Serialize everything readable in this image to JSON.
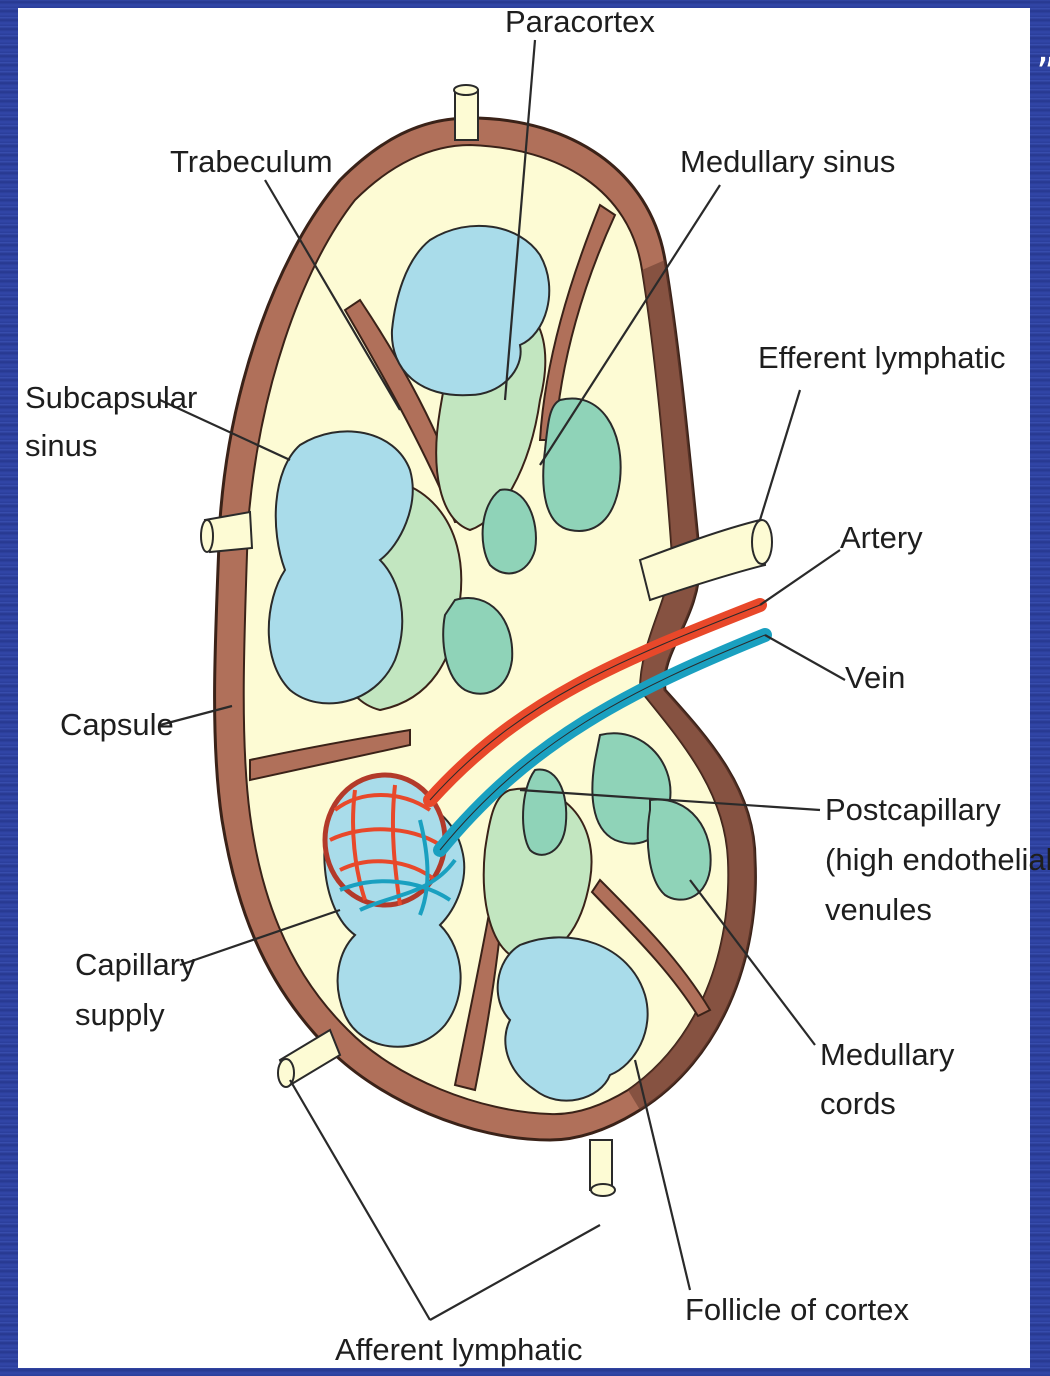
{
  "labels": {
    "paracortex": "Paracortex",
    "trabeculum": "Trabeculum",
    "medullary_sinus": "Medullary sinus",
    "efferent_lymphatic": "Efferent lymphatic",
    "subcapsular_sinus_1": "Subcapsular",
    "subcapsular_sinus_2": "sinus",
    "artery": "Artery",
    "vein": "Vein",
    "capsule": "Capsule",
    "postcapillary_1": "Postcapillary",
    "postcapillary_2": "(high endothelial)",
    "postcapillary_3": "venules",
    "capillary_supply_1": "Capillary",
    "capillary_supply_2": "supply",
    "medullary_cords_1": "Medullary",
    "medullary_cords_2": "cords",
    "follicle_of_cortex": "Follicle of cortex",
    "afferent_lymphatic": "Afferent lymphatic"
  },
  "corner_glyph": "”",
  "colors": {
    "background": "#2b3f9e",
    "capsule": "#b0705a",
    "sinus": "#fdfbd4",
    "follicle": "#a9dcea",
    "paracortex": "#c2e6c0",
    "medullary_cord": "#8fd3b8",
    "artery": "#e8482a",
    "vein": "#1aa0c0"
  }
}
